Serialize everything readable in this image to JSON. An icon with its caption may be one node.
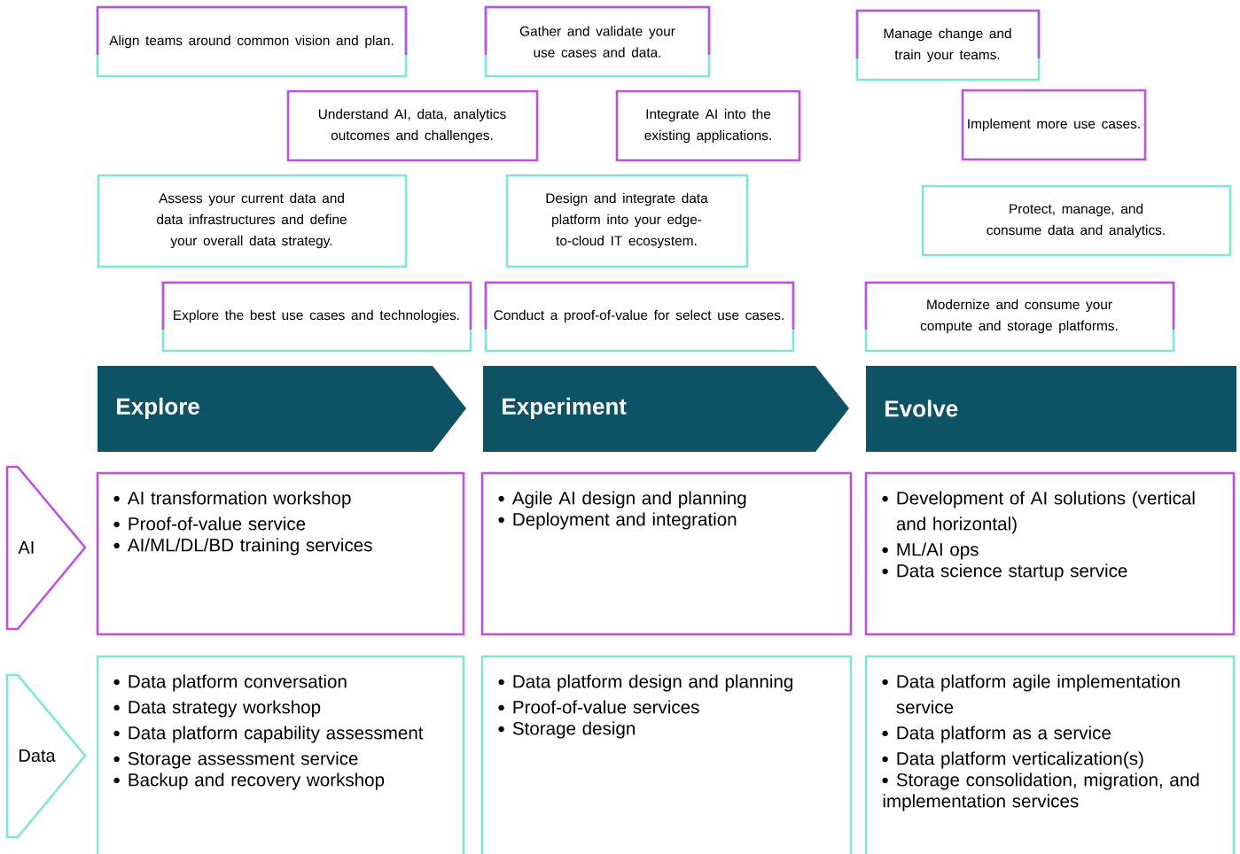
{
  "diagram": {
    "nodes": [
      {
        "text": [
          "Align teams around common vision and plan."
        ]
      },
      {
        "text": [
          "Gather and validate your use cases and data."
        ]
      },
      {
        "text": [
          "Manage change and train your teams."
        ]
      },
      {
        "text": [
          "Understand AI, data, analytics outcomes and challenges."
        ]
      },
      {
        "text": [
          "Integrate AI into the existing applications."
        ]
      },
      {
        "text": [
          "Implement more use cases."
        ]
      },
      {
        "text": [
          "Assess your current data and data infrastructures and define your overall data strategy."
        ]
      },
      {
        "text": [
          "Design and integrate data platform into your edge-to-cloud IT ecosystem."
        ]
      },
      {
        "text": [
          "Protect, manage, and consume data and analytics."
        ]
      },
      {
        "text": [
          "Explore the best use cases and technologies."
        ]
      },
      {
        "text": [
          "Conduct a proof-of-value for select use cases."
        ]
      },
      {
        "text": [
          "Modernize and consume your compute and storage platforms."
        ]
      },
      {
        "text": [
          "Explore"
        ]
      },
      {
        "text": [
          "Experiment"
        ]
      },
      {
        "text": [
          "Evolve"
        ]
      },
      {
        "text": [
          "AI"
        ]
      },
      {
        "text": [
          "AI transformation workshop",
          "Proof-of-value service",
          "AI/ML/DL/BD training services"
        ]
      },
      {
        "text": [
          "Agile AI design and planning",
          "Deployment and integration"
        ]
      },
      {
        "text": [
          "Development of AI solutions (vertical and horizontal)",
          "ML/AI ops",
          "Data science startup service"
        ]
      },
      {
        "text": [
          "Data"
        ]
      },
      {
        "text": [
          "Data platform conversation",
          "Data strategy workshop",
          "Data platform capability assessment",
          "Storage assessment service",
          "Backup and recovery workshop"
        ]
      },
      {
        "text": [
          "Data platform design and planning",
          "Proof-of-value services",
          "Storage design"
        ]
      },
      {
        "text": [
          "Data platform agile implementation service",
          "Data platform as a service",
          "Data platform verticalization(s)",
          "Storage consolidation, migration, and implementation services"
        ]
      }
    ],
    "edges": []
  }
}
